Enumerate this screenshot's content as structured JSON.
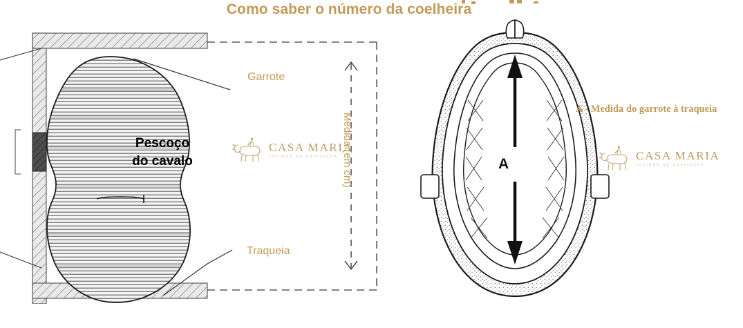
{
  "page": {
    "title": "Como saber o número da coelheira",
    "title_color": "#c29a56",
    "background": "#ffffff"
  },
  "left_diagram": {
    "name": "horse-neck-cross-section",
    "neck_label_line1": "Pescoço",
    "neck_label_line2": "do cavalo",
    "callouts": [
      {
        "id": "garrote",
        "label": "Garrote"
      },
      {
        "id": "traqueia",
        "label": "Traqueia"
      }
    ],
    "measurement": {
      "label": "Medida (em cm)",
      "orientation": "vertical",
      "arrow": "double-headed-dashed"
    },
    "wall": {
      "fill": "#e9e9e9",
      "hatch": "diagonal",
      "stroke": "#6f6f6f"
    },
    "gate_block": {
      "fill": "#4a4a4a"
    }
  },
  "right_diagram": {
    "name": "horse-collar-coelheira",
    "measure_letter": "A",
    "measure_label": "A - Medida do garrote à traqueia",
    "arrow": "double-headed-solid"
  },
  "logo": {
    "name": "CASA MARIA",
    "subtitle": "ARTIGOS DE EQUITAÇÃO",
    "mark": "horse-and-rider-icon",
    "color": "#b99a62"
  },
  "colors": {
    "gold": "#c29a56",
    "logo_gold": "#b99a62",
    "ink": "#111111",
    "wall_fill": "#e9e9e9",
    "neck_fill": "#f2f2f2"
  }
}
